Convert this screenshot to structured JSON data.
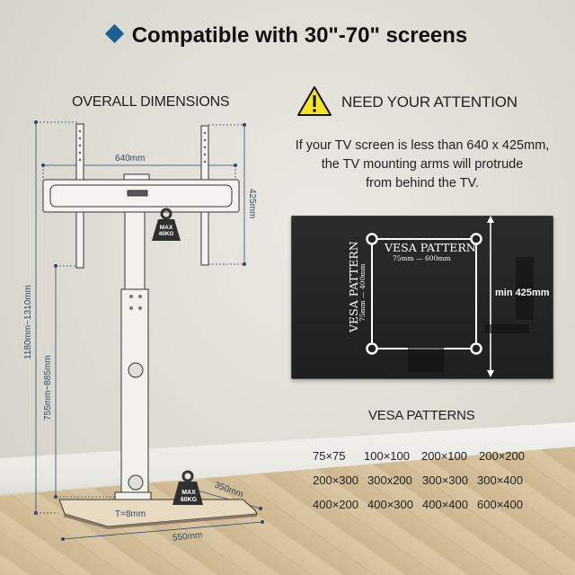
{
  "header": {
    "title": "Compatible with 30\"-70\" screens",
    "bullet_icon": "diamond-icon",
    "accent_color": "#1f5f93"
  },
  "dimensions": {
    "title": "OVERALL DIMENSIONS",
    "width_mount": "640mm",
    "height_mount": "425mm",
    "overall_height": "1180mm~1310mm",
    "column_height": "755mm~885mm",
    "mount_load": {
      "line1": "MAX",
      "line2": "40KG"
    },
    "base_load": {
      "line1": "MAX",
      "line2": "60KG"
    },
    "base_depth": "350mm",
    "base_width": "550mm",
    "base_thickness": "T=8mm",
    "dimension_color": "#2c4a6b"
  },
  "attention": {
    "icon": "warning-triangle-icon",
    "title": "NEED YOUR ATTENTION",
    "lines": [
      "If your TV screen is less than 640 x 425mm,",
      "the TV mounting arms will protrude",
      "from behind the TV."
    ]
  },
  "tv_diagram": {
    "horizontal_label": "VESA PATTERN",
    "horizontal_range": "75mm — 600mm",
    "vertical_label": "VESA PATTERN",
    "vertical_range": "75mm — 400mm",
    "min_height": "min 425mm"
  },
  "vesa_patterns": {
    "title": "VESA PATTERNS",
    "rows": [
      [
        "75×75",
        "100×100",
        "200×100",
        "200×200"
      ],
      [
        "200×300",
        "300x200",
        "300×300",
        "300×400"
      ],
      [
        "400×200",
        "400×300",
        "400×400",
        "600×400"
      ]
    ]
  }
}
